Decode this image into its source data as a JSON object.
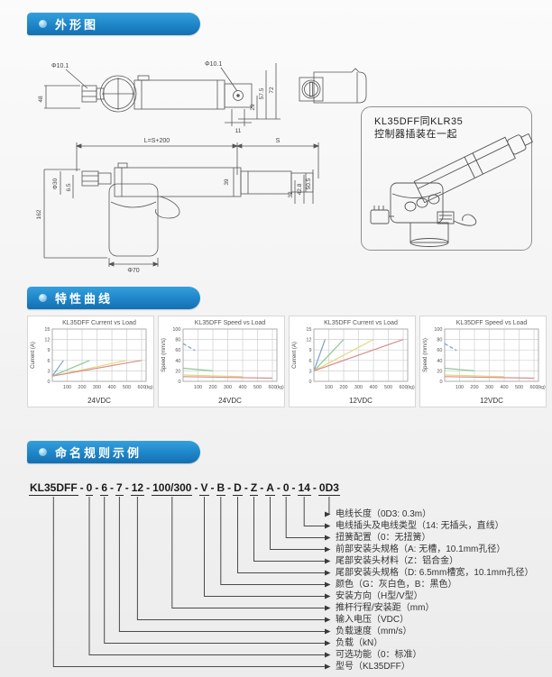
{
  "sections": {
    "outline": {
      "title": "外形图"
    },
    "curves": {
      "title": "特性曲线"
    },
    "naming": {
      "title": "命名规则示例"
    }
  },
  "outline": {
    "note1": "KL35DFF同KLR35",
    "note2": "控制器插装在一起",
    "d1": {
      "phi_left": "Φ10.1",
      "h48": "48",
      "phi_right": "Φ10.1",
      "d29": "29",
      "d575": "57.5",
      "d72": "72",
      "d11": "11"
    },
    "d2": {
      "L": "L=S+200",
      "S": "S",
      "d162": "162",
      "phi30": "Φ30",
      "d65": "6.5",
      "d39": "39",
      "d32": "32",
      "d428": "42.8",
      "d505": "50.5",
      "phi70": "Φ70"
    }
  },
  "chart_data": [
    {
      "type": "line",
      "title": "KL35DFF Current vs Load",
      "xlabel": "24VDC",
      "ylabel": "Current (A)",
      "x_ticks": [
        100,
        200,
        300,
        400,
        500,
        600
      ],
      "x_unit": "(kg)",
      "xlim": [
        0,
        630
      ],
      "y_ticks": [
        0,
        3,
        6,
        9,
        12,
        15
      ],
      "ylim": [
        0,
        15
      ],
      "grid": true,
      "legend": false,
      "series": [
        {
          "name": "series-blue",
          "color": "#7d9fd2",
          "dash": false,
          "points": [
            [
              0,
              1.5
            ],
            [
              75,
              6
            ]
          ]
        },
        {
          "name": "series-green",
          "color": "#8cc89a",
          "dash": false,
          "points": [
            [
              0,
              1.5
            ],
            [
              250,
              6
            ]
          ]
        },
        {
          "name": "series-yellow",
          "color": "#e4d97c",
          "dash": false,
          "points": [
            [
              0,
              1.5
            ],
            [
              500,
              6
            ]
          ]
        },
        {
          "name": "series-red",
          "color": "#d88d8d",
          "dash": false,
          "points": [
            [
              0,
              1.5
            ],
            [
              600,
              6
            ]
          ]
        }
      ]
    },
    {
      "type": "line",
      "title": "KL35DFF Speed vs Load",
      "xlabel": "24VDC",
      "ylabel": "Speed (mm/s)",
      "x_ticks": [
        100,
        200,
        300,
        400,
        500,
        600
      ],
      "x_unit": "(kg)",
      "xlim": [
        0,
        630
      ],
      "y_ticks": [
        0,
        20,
        40,
        60,
        80,
        100
      ],
      "ylim": [
        0,
        100
      ],
      "grid": true,
      "legend": false,
      "series": [
        {
          "name": "series-blue",
          "color": "#7d9fd2",
          "dash": true,
          "points": [
            [
              0,
              72
            ],
            [
              80,
              59
            ]
          ]
        },
        {
          "name": "series-green",
          "color": "#8cc89a",
          "dash": false,
          "points": [
            [
              0,
              25
            ],
            [
              200,
              20
            ]
          ]
        },
        {
          "name": "series-yellow",
          "color": "#e4d97c",
          "dash": false,
          "points": [
            [
              0,
              12
            ],
            [
              400,
              9
            ]
          ]
        },
        {
          "name": "series-red",
          "color": "#d88d8d",
          "dash": false,
          "points": [
            [
              0,
              9
            ],
            [
              600,
              6
            ]
          ]
        }
      ]
    },
    {
      "type": "line",
      "title": "KL35DFF Current vs Load",
      "xlabel": "12VDC",
      "ylabel": "Current (A)",
      "x_ticks": [
        100,
        200,
        300,
        400,
        500,
        600
      ],
      "x_unit": "(kg)",
      "xlim": [
        0,
        630
      ],
      "y_ticks": [
        0,
        3,
        6,
        9,
        12,
        15
      ],
      "ylim": [
        0,
        15
      ],
      "grid": true,
      "legend": false,
      "series": [
        {
          "name": "series-blue",
          "color": "#7d9fd2",
          "dash": false,
          "points": [
            [
              0,
              3
            ],
            [
              75,
              12
            ]
          ]
        },
        {
          "name": "series-green",
          "color": "#8cc89a",
          "dash": false,
          "points": [
            [
              0,
              3
            ],
            [
              200,
              12
            ]
          ]
        },
        {
          "name": "series-yellow",
          "color": "#e4d97c",
          "dash": false,
          "points": [
            [
              0,
              3
            ],
            [
              400,
              12
            ]
          ]
        },
        {
          "name": "series-red",
          "color": "#d88d8d",
          "dash": false,
          "points": [
            [
              0,
              3
            ],
            [
              600,
              12
            ]
          ]
        }
      ]
    },
    {
      "type": "line",
      "title": "KL35DFF Speed vs Load",
      "xlabel": "12VDC",
      "ylabel": "Speed (mm/s)",
      "x_ticks": [
        100,
        200,
        300,
        400,
        500,
        600
      ],
      "x_unit": "(kg)",
      "xlim": [
        0,
        630
      ],
      "y_ticks": [
        0,
        20,
        40,
        60,
        80,
        100
      ],
      "ylim": [
        0,
        100
      ],
      "grid": true,
      "legend": false,
      "series": [
        {
          "name": "series-blue",
          "color": "#7d9fd2",
          "dash": true,
          "points": [
            [
              0,
              72
            ],
            [
              80,
              59
            ]
          ]
        },
        {
          "name": "series-green",
          "color": "#8cc89a",
          "dash": false,
          "points": [
            [
              0,
              25
            ],
            [
              200,
              20
            ]
          ]
        },
        {
          "name": "series-yellow",
          "color": "#e4d97c",
          "dash": false,
          "points": [
            [
              0,
              12
            ],
            [
              400,
              9
            ]
          ]
        },
        {
          "name": "series-red",
          "color": "#d88d8d",
          "dash": false,
          "points": [
            [
              0,
              9
            ],
            [
              600,
              6
            ]
          ]
        }
      ]
    }
  ],
  "naming": {
    "segments": [
      "KL35DFF",
      "0",
      "6",
      "7",
      "12",
      "100/300",
      "V",
      "B",
      "D",
      "Z",
      "A",
      "0",
      "14",
      "0D3"
    ],
    "separator": "-",
    "labels": [
      "电线长度（0D3: 0.3m）",
      "电线插头及电线类型（14: 无插头，直线）",
      "扭簧配置（0：无扭簧）",
      "前部安装头规格（A: 无槽，10.1mm孔径）",
      "尾部安装头材料（Z：铝合金）",
      "尾部安装头规格（D: 6.5mm槽宽，10.1mm孔径）",
      "颜色（G：灰白色，B：黑色）",
      "安装方向（H型/V型）",
      "推杆行程/安装距（mm）",
      "输入电压（VDC）",
      "负载速度（mm/s）",
      "负载（kN）",
      "可选功能（0：标准）",
      "型号（KL35DFF）"
    ]
  },
  "colors": {
    "header_blue": "#1e85c8",
    "line_gray": "#555555"
  }
}
